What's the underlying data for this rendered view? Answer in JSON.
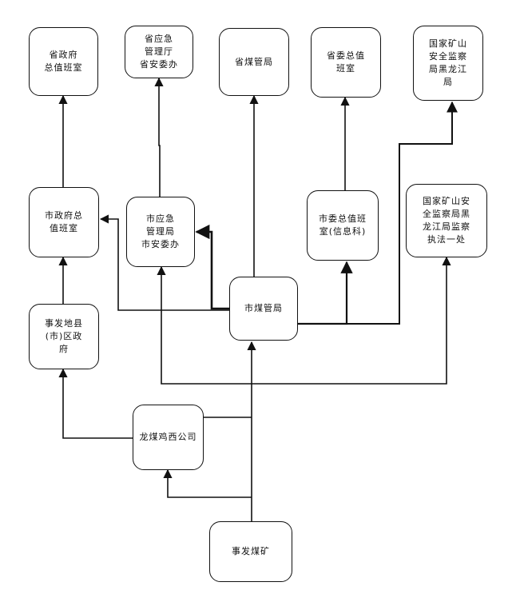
{
  "nodes": {
    "province_gov_duty": "省政府\n总值班室",
    "province_emergency": "省应急\n管理厅\n省安委办",
    "province_coal": "省煤管局",
    "province_party_duty": "省委总值\n班室",
    "national_mine_supervision": "国家矿山\n安全监察\n局黑龙江\n局",
    "city_gov_duty": "市政府总\n值班室",
    "city_emergency": "市应急\n管理局\n市安委办",
    "city_party_duty": "市委总值班\n室(信息科)",
    "national_mine_enforcement": "国家矿山安\n全监察局黑\n龙江局监察\n执法一处",
    "city_coal": "市煤管局",
    "county_gov": "事发地县\n(市)区政\n府",
    "longmei_jixi": "龙煤鸡西公司",
    "accident_mine": "事发煤矿"
  },
  "colors": {
    "line": "#111111",
    "border": "#111111",
    "background": "#ffffff"
  }
}
